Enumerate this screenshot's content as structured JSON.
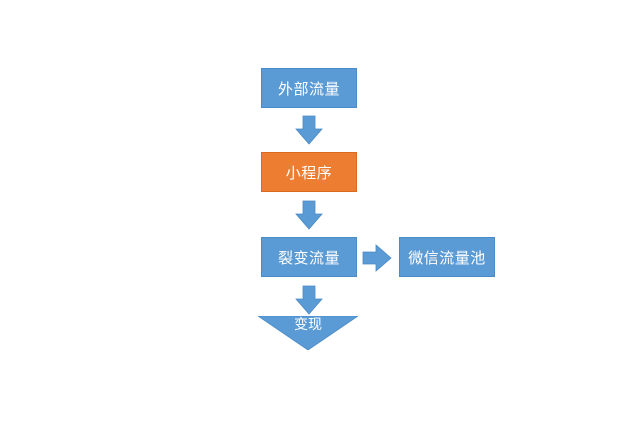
{
  "nodes": {
    "external_traffic": "外部流量",
    "mini_program": "小程序",
    "fission_traffic": "裂变流量",
    "wechat_traffic_pool": "微信流量池",
    "monetization": "变现"
  },
  "colors": {
    "blue": "#5b9bd5",
    "orange": "#ed7d31",
    "arrow": "#5b9bd5"
  },
  "icons": {
    "down_arrow": "down-arrow-icon",
    "right_arrow": "right-arrow-icon"
  }
}
